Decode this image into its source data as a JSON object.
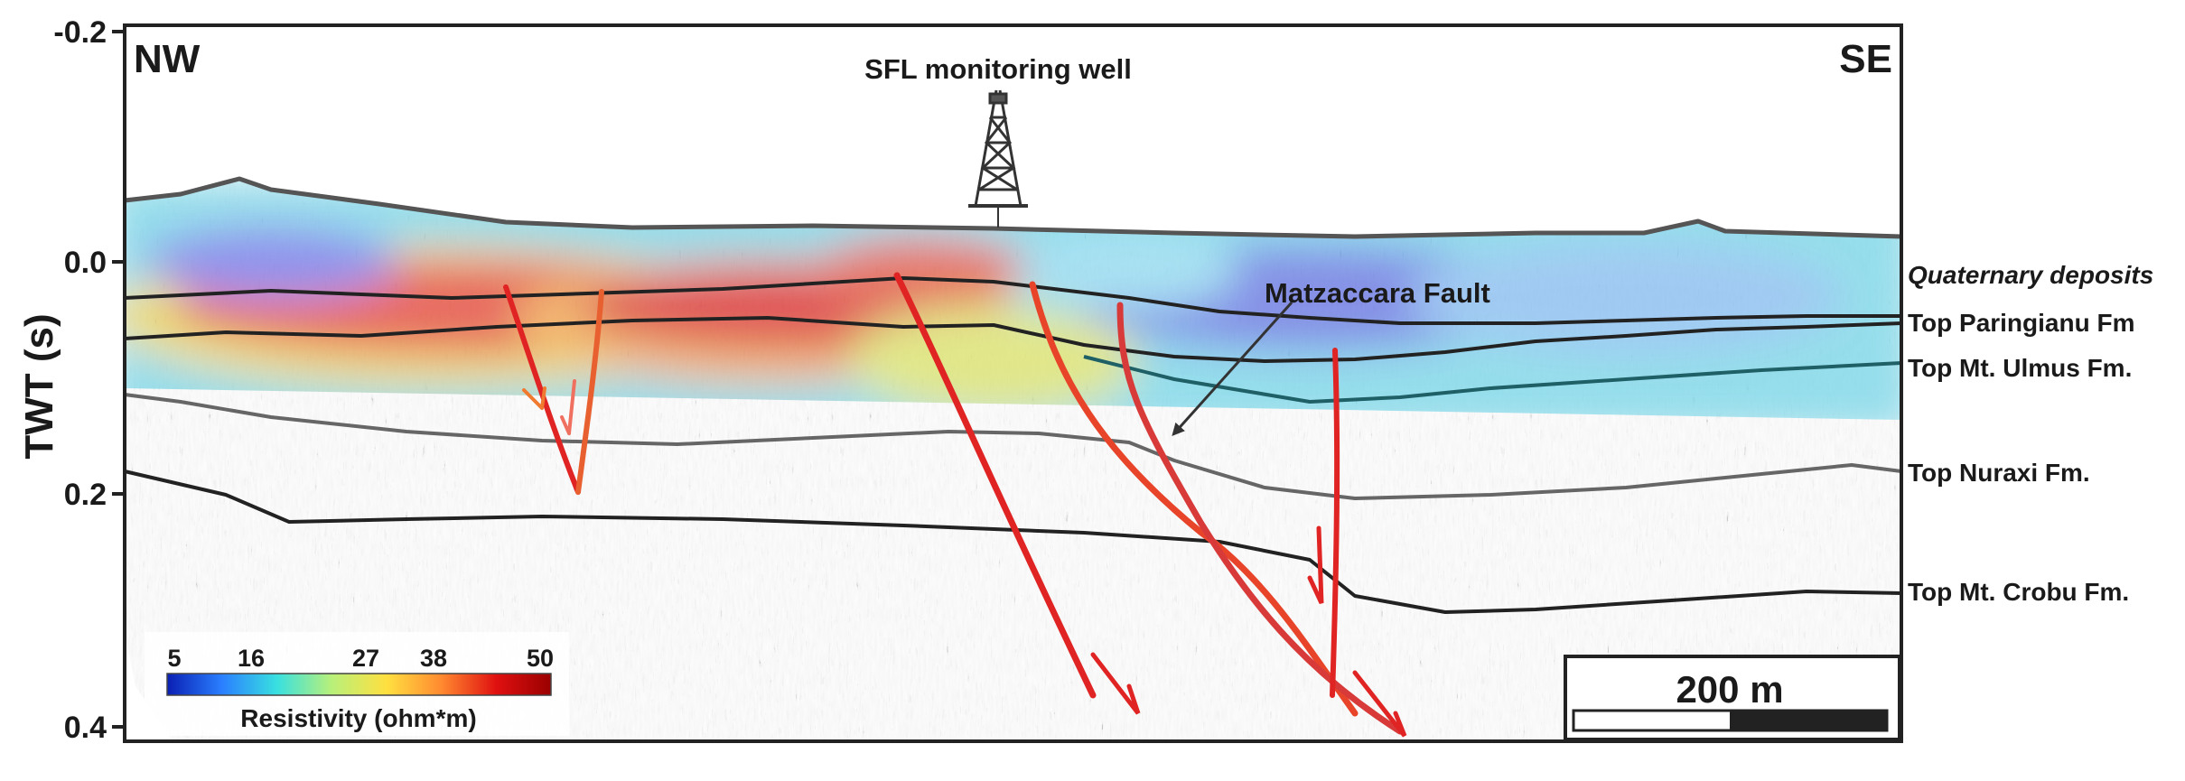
{
  "axis": {
    "ylabel": "TWT (s)",
    "ticks": [
      "-0.2",
      "0.0",
      "0.2",
      "0.4"
    ]
  },
  "directions": {
    "left": "NW",
    "right": "SE"
  },
  "well": {
    "label": "SFL monitoring well",
    "icon": "drilling-rig-icon"
  },
  "fault_label": "Matzaccara Fault",
  "horizons": [
    "Quaternary deposits",
    "Top Paringianu Fm",
    "Top Mt. Ulmus Fm.",
    "Top Nuraxi Fm.",
    "Top Mt. Crobu Fm."
  ],
  "colorbar": {
    "ticks": [
      "5",
      "16",
      "27",
      "38",
      "50"
    ],
    "label": "Resistivity (ohm*m)",
    "colors": [
      "#0a1fb3",
      "#2a7fff",
      "#38e0e0",
      "#b8f07a",
      "#ffe040",
      "#ff8a30",
      "#e01010",
      "#9a0000"
    ]
  },
  "scale_bar": {
    "label": "200 m"
  },
  "colors": {
    "fault": "#e02424",
    "fault_shallow": "#f07a30",
    "horizon": "#222222",
    "fault_label": "#1f2d6e",
    "frame": "#222222"
  }
}
